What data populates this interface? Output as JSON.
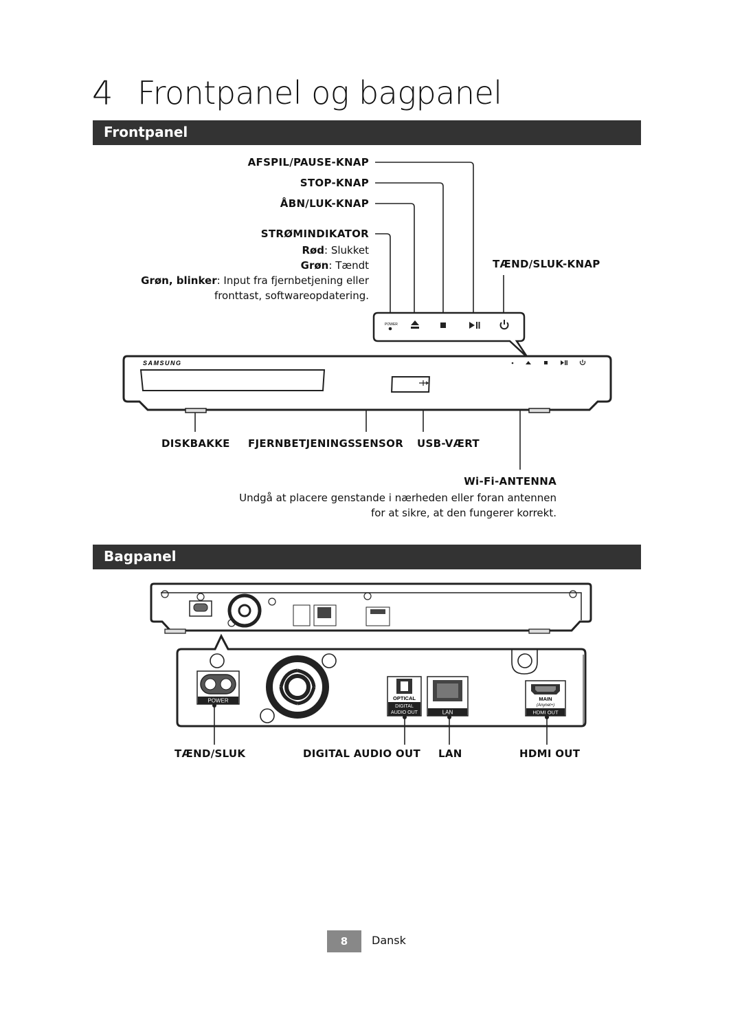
{
  "chapter": {
    "number": "4",
    "title": "Frontpanel og bagpanel"
  },
  "front": {
    "header": "Frontpanel",
    "labels": {
      "play_pause": "AFSPIL/PAUSE-KNAP",
      "stop": "STOP-KNAP",
      "open_close": "ÅBN/LUK-KNAP",
      "power_indicator": "STRØMINDIKATOR",
      "power_button": "TÆND/SLUK-KNAP",
      "disc_tray": "DISKBAKKE",
      "remote_sensor": "FJERNBETJENINGSSENSOR",
      "usb_host": "USB-VÆRT",
      "wifi_antenna": "Wi-Fi-ANTENNA"
    },
    "indicator": {
      "red_key": "Rød",
      "red_value": ": Slukket",
      "green_key": "Grøn",
      "green_value": ": Tændt",
      "blink_key": "Grøn, blinker",
      "blink_value": ": Input fra fjernbetjening eller",
      "blink_value2": "fronttast, softwareopdatering."
    },
    "antenna_note_1": "Undgå at placere genstande i nærheden eller foran antennen",
    "antenna_note_2": "for at sikre, at den fungerer korrekt.",
    "device": {
      "brand": "SAMSUNG",
      "power_text": "POWER"
    }
  },
  "back": {
    "header": "Bagpanel",
    "labels": {
      "power": "TÆND/SLUK",
      "digital_audio": "DIGITAL AUDIO OUT",
      "lan": "LAN",
      "hdmi": "HDMI OUT"
    },
    "ports": {
      "power": "POWER",
      "optical_1": "OPTICAL",
      "optical_2": "DIGITAL",
      "optical_3": "AUDIO OUT",
      "lan": "LAN",
      "hdmi_main": "MAIN",
      "hdmi_anynet": "(Anynet+)",
      "hdmi_out": "HDMI OUT"
    }
  },
  "footer": {
    "page": "8",
    "language": "Dansk"
  }
}
